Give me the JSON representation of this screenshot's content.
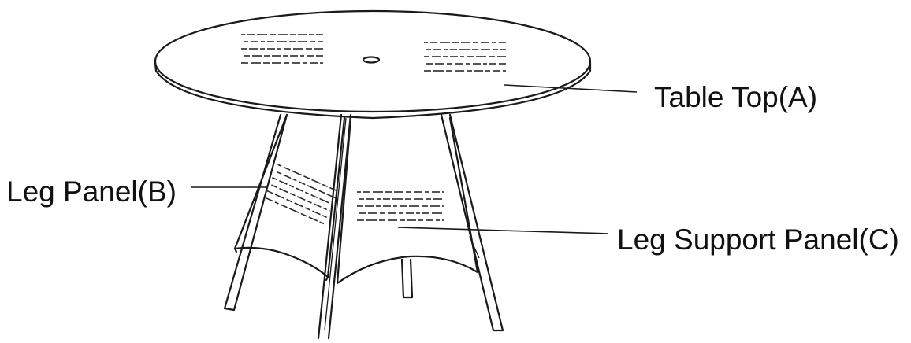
{
  "labels": {
    "table_top": "Table Top(A)",
    "leg_panel": "Leg Panel(B)",
    "leg_support_panel": "Leg Support Panel(C)"
  },
  "colors": {
    "line": "#1a1a1a",
    "background": "#ffffff"
  }
}
